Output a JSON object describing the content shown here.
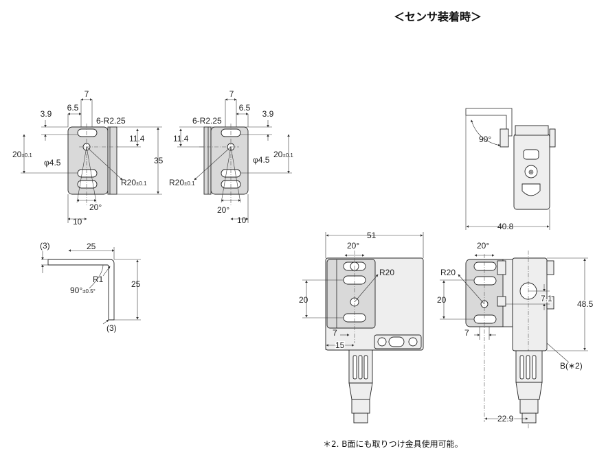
{
  "title": "＜センサ装着時＞",
  "bracket_front_left": {
    "w7": "7",
    "w65": "6.5",
    "w39": "3.9",
    "slots": "6-R2.25",
    "h114": "11.4",
    "h20": "20",
    "h20_tol": "±0.1",
    "hole": "φ4.5",
    "r20": "R20",
    "r20_tol": "±0.1",
    "h35": "35",
    "angle": "20°",
    "w10": "10"
  },
  "bracket_front_right": {
    "w7": "7",
    "w65": "6.5",
    "w39": "3.9",
    "slots": "6-R2.25",
    "h114": "11.4",
    "h20": "20",
    "h20_tol": "±0.1",
    "hole": "φ4.5",
    "r20": "R20",
    "r20_tol": "±0.1",
    "angle": "20°",
    "w10": "10"
  },
  "bracket_side": {
    "t_top": "(3)",
    "w25": "25",
    "r1": "R1",
    "angle": "90°",
    "angle_tol": "±0.5°",
    "h25": "25",
    "t_bottom": "(3)"
  },
  "sensor_top_view": {
    "angle": "90°",
    "w408": "40.8"
  },
  "sensor_front_view": {
    "w51": "51",
    "angle": "20°",
    "r20": "R20",
    "h20": "20",
    "w7": "7",
    "w15": "15"
  },
  "sensor_side_view": {
    "angle": "20°",
    "r20": "R20",
    "h20": "20",
    "w7": "7",
    "h71": "7.1",
    "h485": "48.5",
    "face_b": "B(∗2)",
    "w229": "22.9"
  },
  "footnote": "＊2. B面にも取りつけ金具使用可能。"
}
